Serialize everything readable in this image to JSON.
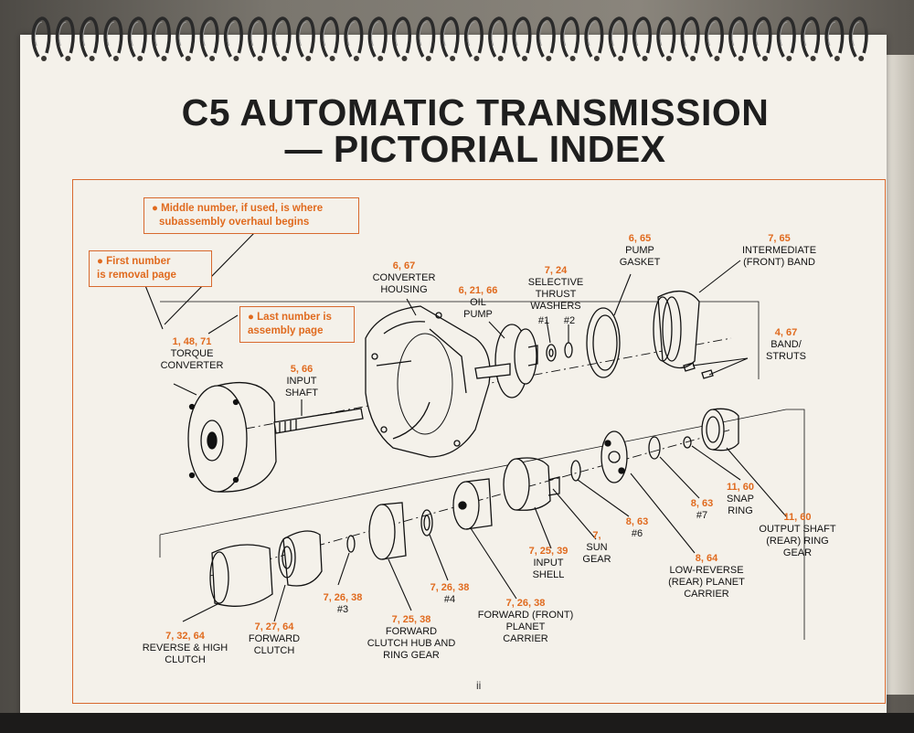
{
  "title": {
    "line1": "C5 AUTOMATIC TRANSMISSION",
    "line2": "— PICTORIAL INDEX"
  },
  "callouts": {
    "middle": {
      "line1": "Middle number, if used, is where",
      "line2": "subassembly overhaul begins"
    },
    "first": {
      "line1": "First number",
      "line2": "is removal page"
    },
    "last": {
      "line1": "Last number is",
      "line2": "assembly page"
    }
  },
  "parts": [
    {
      "id": "torque-converter",
      "pages": "1, 48, 71",
      "name1": "TORQUE",
      "name2": "CONVERTER",
      "name3": ""
    },
    {
      "id": "input-shaft",
      "pages": "5, 66",
      "name1": "INPUT",
      "name2": "SHAFT",
      "name3": ""
    },
    {
      "id": "converter-housing",
      "pages": "6, 67",
      "name1": "CONVERTER",
      "name2": "HOUSING",
      "name3": ""
    },
    {
      "id": "oil-pump",
      "pages": "6, 21, 66",
      "name1": "OIL",
      "name2": "PUMP",
      "name3": ""
    },
    {
      "id": "selective-thrust-washers",
      "pages": "7, 24",
      "name1": "SELECTIVE",
      "name2": "THRUST",
      "name3": "WASHERS"
    },
    {
      "id": "pump-gasket",
      "pages": "6, 65",
      "name1": "PUMP",
      "name2": "GASKET",
      "name3": ""
    },
    {
      "id": "intermediate-band",
      "pages": "7, 65",
      "name1": "INTERMEDIATE",
      "name2": "(FRONT) BAND",
      "name3": ""
    },
    {
      "id": "band-struts",
      "pages": "4, 67",
      "name1": "BAND/",
      "name2": "STRUTS",
      "name3": ""
    },
    {
      "id": "reverse-high-clutch",
      "pages": "7, 32, 64",
      "name1": "REVERSE & HIGH",
      "name2": "CLUTCH",
      "name3": ""
    },
    {
      "id": "forward-clutch",
      "pages": "7, 27, 64",
      "name1": "FORWARD",
      "name2": "CLUTCH",
      "name3": ""
    },
    {
      "id": "washer-3",
      "pages": "7, 26, 38",
      "name1": "#3",
      "name2": "",
      "name3": ""
    },
    {
      "id": "forward-clutch-hub",
      "pages": "7, 25, 38",
      "name1": "FORWARD",
      "name2": "CLUTCH HUB AND",
      "name3": "RING GEAR"
    },
    {
      "id": "washer-4",
      "pages": "7, 26, 38",
      "name1": "#4",
      "name2": "",
      "name3": ""
    },
    {
      "id": "forward-planet-carrier",
      "pages": "7, 26, 38",
      "name1": "FORWARD (FRONT)",
      "name2": "PLANET",
      "name3": "CARRIER"
    },
    {
      "id": "input-shell",
      "pages": "7, 25, 39",
      "name1": "INPUT",
      "name2": "SHELL",
      "name3": ""
    },
    {
      "id": "sun-gear",
      "pages": "7,",
      "name1": "SUN",
      "name2": "GEAR",
      "name3": ""
    },
    {
      "id": "washer-6",
      "pages": "8, 63",
      "name1": "#6",
      "name2": "",
      "name3": ""
    },
    {
      "id": "low-reverse-carrier",
      "pages": "8, 64",
      "name1": "LOW-REVERSE",
      "name2": "(REAR) PLANET",
      "name3": "CARRIER"
    },
    {
      "id": "washer-7",
      "pages": "8, 63",
      "name1": "#7",
      "name2": "",
      "name3": ""
    },
    {
      "id": "snap-ring",
      "pages": "11, 60",
      "name1": "SNAP",
      "name2": "RING",
      "name3": ""
    },
    {
      "id": "output-ring-gear",
      "pages": "11, 60",
      "name1": "OUTPUT SHAFT",
      "name2": "(REAR) RING",
      "name3": "GEAR"
    }
  ],
  "washer_labels": {
    "w1": "#1",
    "w2": "#2"
  },
  "page_number": "ii",
  "colors": {
    "accent": "#e06a1e",
    "ink": "#111111",
    "paper": "#f4f1ea"
  }
}
